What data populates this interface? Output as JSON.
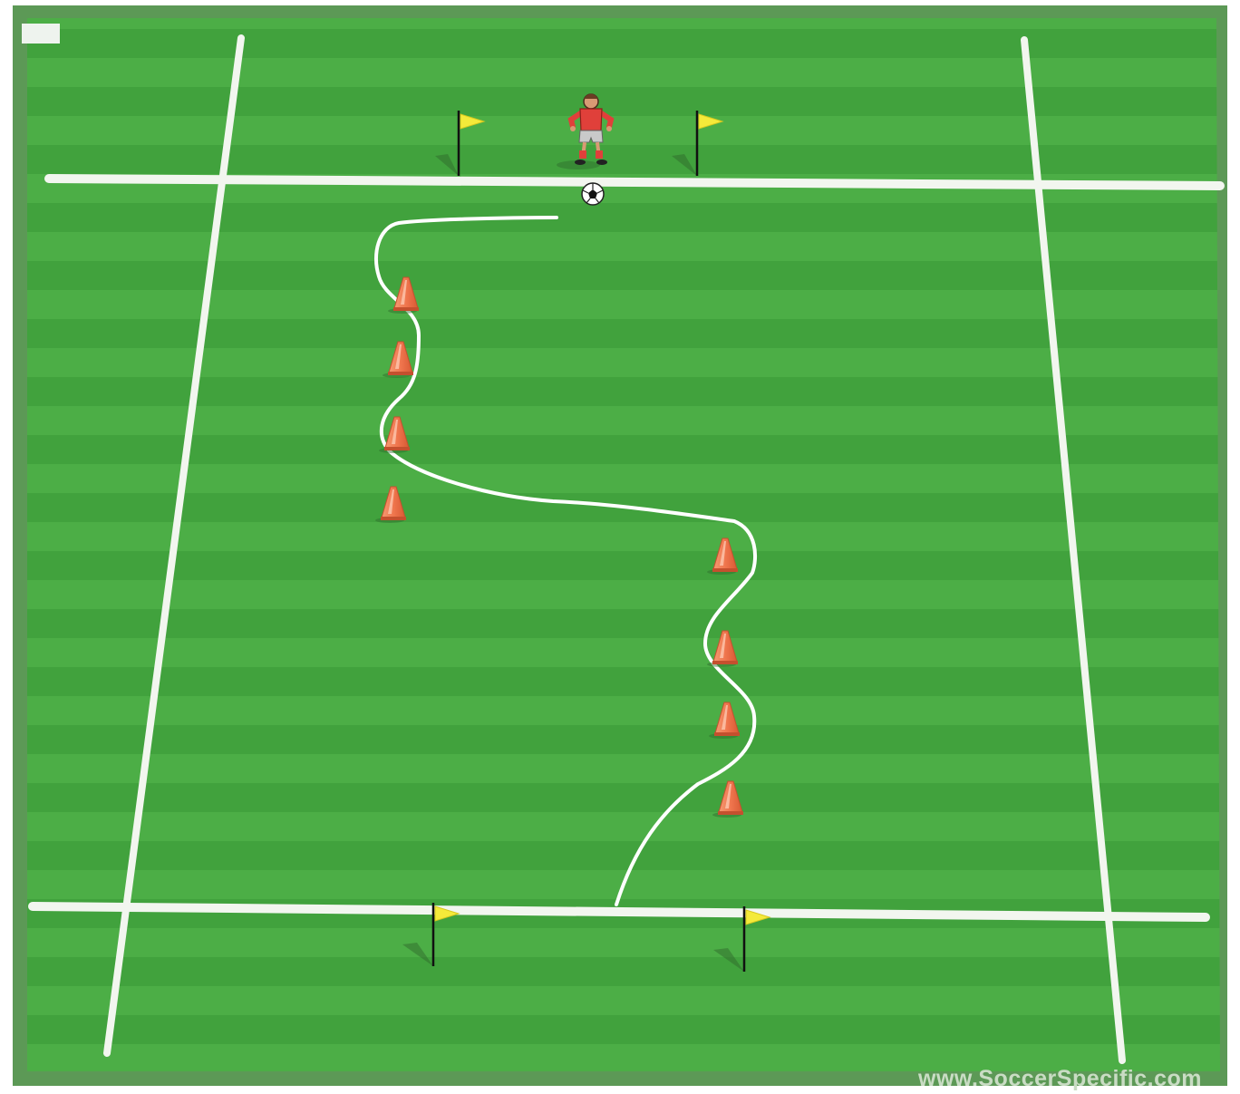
{
  "diagram": {
    "watermark": "www.SoccerSpecific.com",
    "colors": {
      "frame": "#5f9a58",
      "grass_light": "#4cae46",
      "grass_dark": "#3f9e3b",
      "line": "#f2f6ef",
      "cone": "#f07a52",
      "cone_dark": "#c4502e",
      "flag": "#f4ea3a",
      "player_shirt": "#e0403a",
      "player_shorts": "#c9c9c9",
      "dribble_path": "#ffffff"
    },
    "elements": {
      "goalkeeper": "goalkeeper-icon",
      "ball": "soccer-ball-icon",
      "cone": "cone-icon",
      "flag": "corner-flag-icon"
    },
    "counts": {
      "cones": 8,
      "flags": 4,
      "players": 1,
      "balls": 1
    }
  }
}
